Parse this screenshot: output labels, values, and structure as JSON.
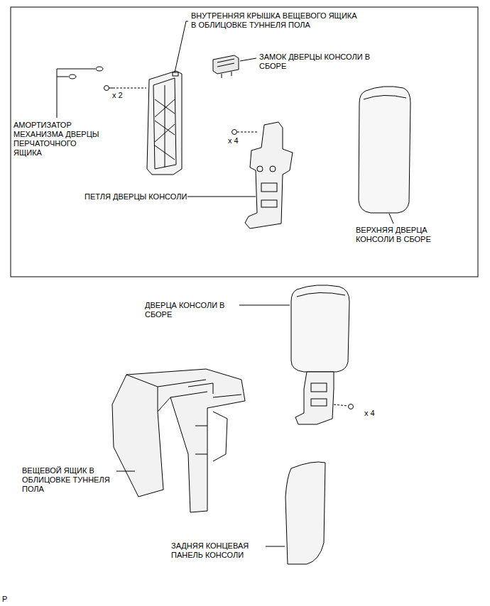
{
  "diagram": {
    "labels": [
      "ВНУТРЕННЯЯ КРЫШКА ВЕЩЕВОГО ЯЩИКА В ОБЛИЦОВКЕ ТУННЕЛЯ ПОЛА",
      "ЗАМОК ДВЕРЦЫ КОНСОЛИ В СБОРЕ",
      "x 2",
      "АМОРТИЗАТОР МЕХАНИЗМА ДВЕРЦЫ ПЕРЧАТОЧНОГО ЯЩИКА",
      "x 4",
      "ПЕТЛЯ ДВЕРЦЫ КОНСОЛИ",
      "ВЕРХНЯЯ ДВЕРЦА КОНСОЛИ В СБОРЕ",
      "ДВЕРЦА КОНСОЛИ В СБОРЕ",
      "x 4",
      "ВЕЩЕВОЙ ЯЩИК В ОБЛИЦОВКЕ ТУННЕЛЯ ПОЛА",
      "ЗАДНЯЯ КОНЦЕВАЯ ПАНЕЛЬ КОНСОЛИ",
      "P"
    ]
  }
}
